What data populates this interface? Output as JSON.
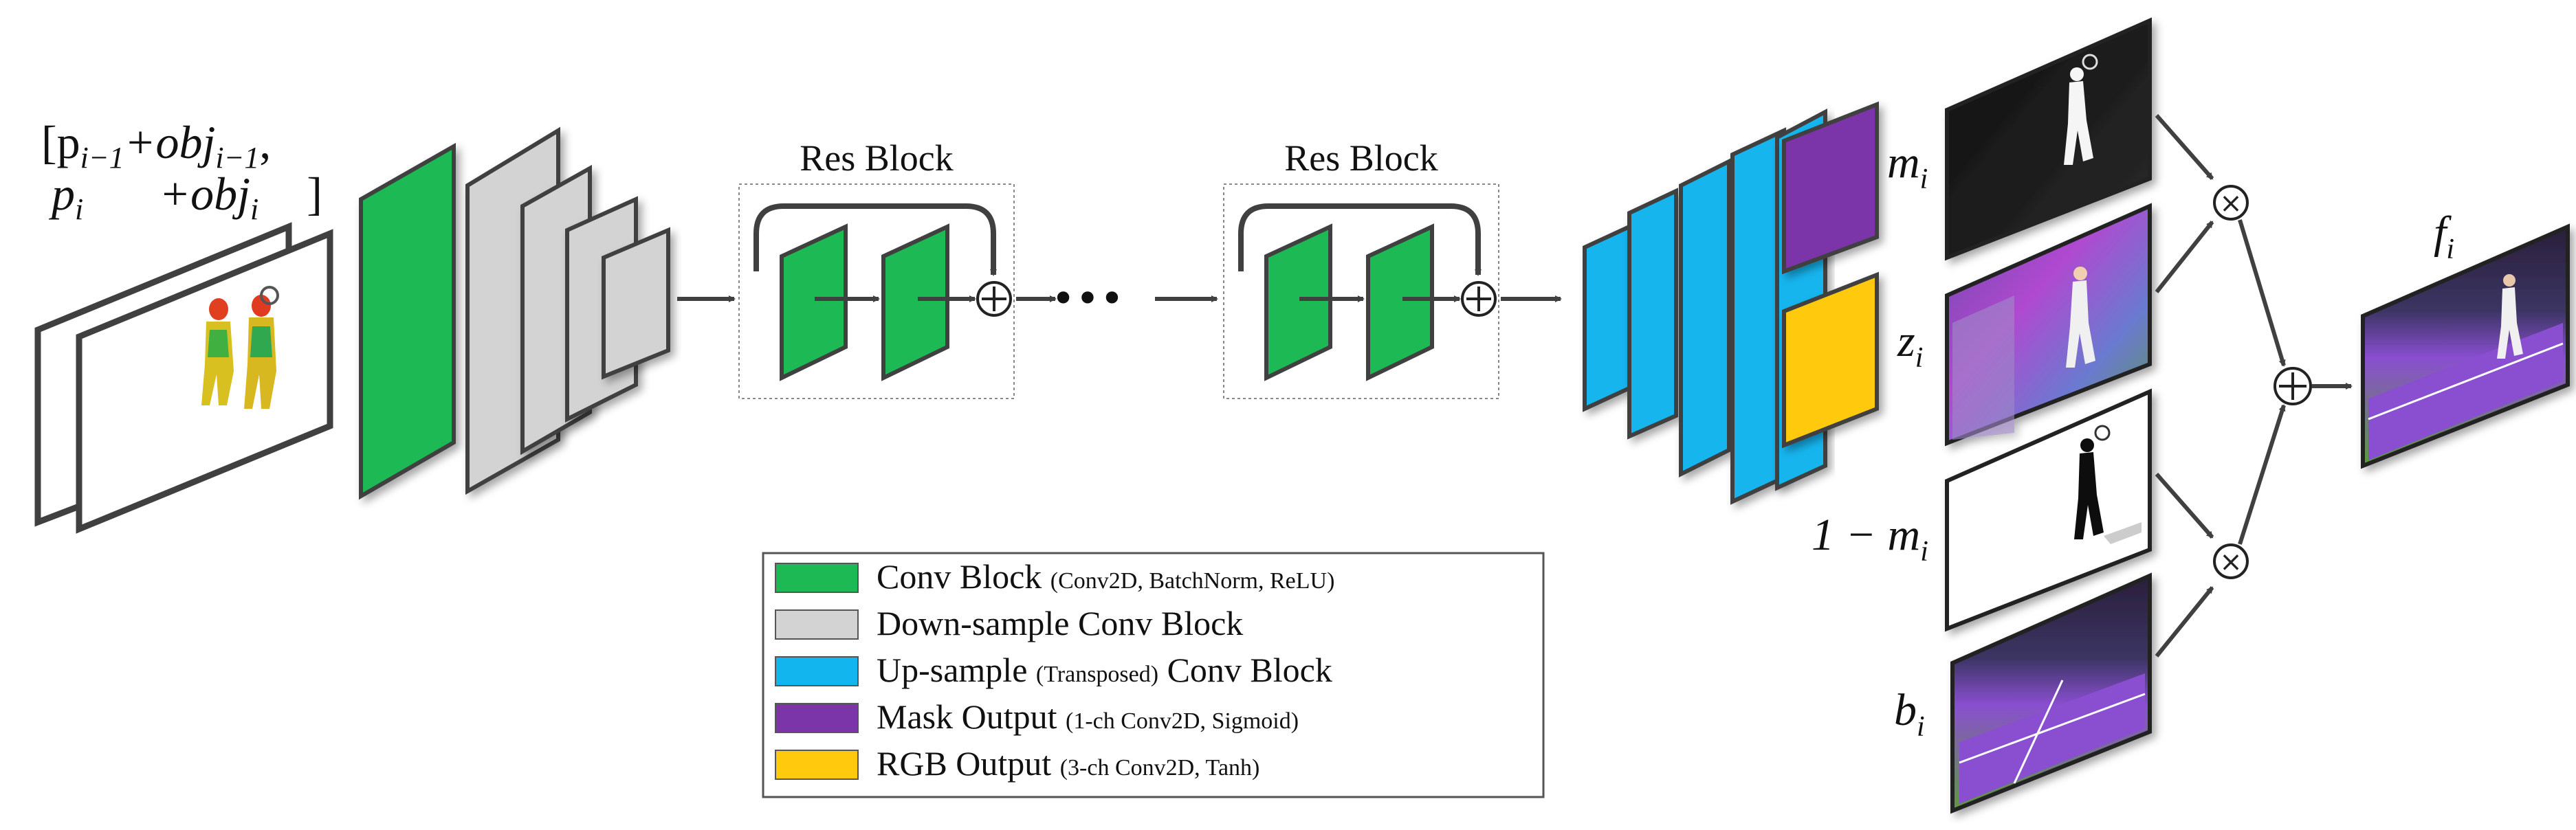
{
  "input": {
    "line1": "[p",
    "line1_sub1": "i−1",
    "line1_plus": "+obj",
    "line1_sub2": "i−1",
    "line1_end": ",",
    "line2": "p",
    "line2_sub1": "i",
    "line2_plus": "+obj",
    "line2_sub2": "i",
    "line2_end": "]"
  },
  "res_blocks": [
    {
      "title": "Res Block"
    },
    {
      "title": "Res Block"
    }
  ],
  "ellipsis": "•••",
  "outputs": {
    "m_label": "m",
    "m_sub": "i",
    "z_label": "z",
    "z_sub": "i",
    "one_minus_m_label": "1 − m",
    "one_minus_m_sub": "i",
    "b_label": "b",
    "b_sub": "i",
    "f_label": "f",
    "f_sub": "i"
  },
  "operators": {
    "multiply": "×",
    "add": "+"
  },
  "legend": {
    "items": [
      {
        "title": "Conv Block",
        "detail": "(Conv2D, BatchNorm, ReLU)",
        "color": "#1db954"
      },
      {
        "title": "Down-sample Conv Block",
        "detail": "",
        "color": "#d3d3d3"
      },
      {
        "title": "Up-sample ",
        "detail": "(Transposed)",
        "title2": " Conv Block",
        "color": "#12b5ee"
      },
      {
        "title": "Mask Output",
        "detail": "(1-ch Conv2D, Sigmoid)",
        "color": "#7b35a8"
      },
      {
        "title": "RGB Output",
        "detail": "(3-ch Conv2D, Tanh)",
        "color": "#ffc90e"
      }
    ]
  },
  "colors": {
    "conv": "#1db954",
    "downsample": "#d3d3d3",
    "upsample": "#12b5ee",
    "mask": "#7b35a8",
    "rgb": "#ffc90e",
    "stroke": "#404040",
    "court_purple": "#8a4fd0",
    "court_green": "#5c9a3c"
  }
}
